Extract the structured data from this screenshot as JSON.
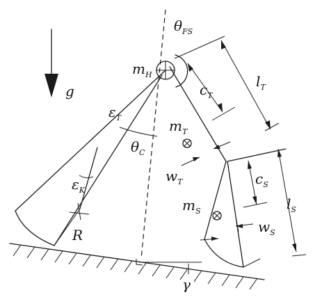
{
  "labels": {
    "g": "g",
    "m_H": {
      "main": "m",
      "sub": "H"
    },
    "theta_FS": {
      "main": "θ",
      "sub": "FS"
    },
    "c_T": {
      "main": "c",
      "sub": "T"
    },
    "l_T": {
      "main": "l",
      "sub": "T"
    },
    "m_T": {
      "main": "m",
      "sub": "T"
    },
    "w_T": {
      "main": "w",
      "sub": "T"
    },
    "epsilon_T": {
      "main": "ε",
      "sub": "T"
    },
    "theta_C": {
      "main": "θ",
      "sub": "C"
    },
    "epsilon_K": {
      "main": "ε",
      "sub": "K"
    },
    "R": "R",
    "c_S": {
      "main": "c",
      "sub": "S"
    },
    "l_S": {
      "main": "l",
      "sub": "S"
    },
    "m_S": {
      "main": "m",
      "sub": "S"
    },
    "w_S": {
      "main": "w",
      "sub": "S"
    },
    "gamma": "γ"
  }
}
